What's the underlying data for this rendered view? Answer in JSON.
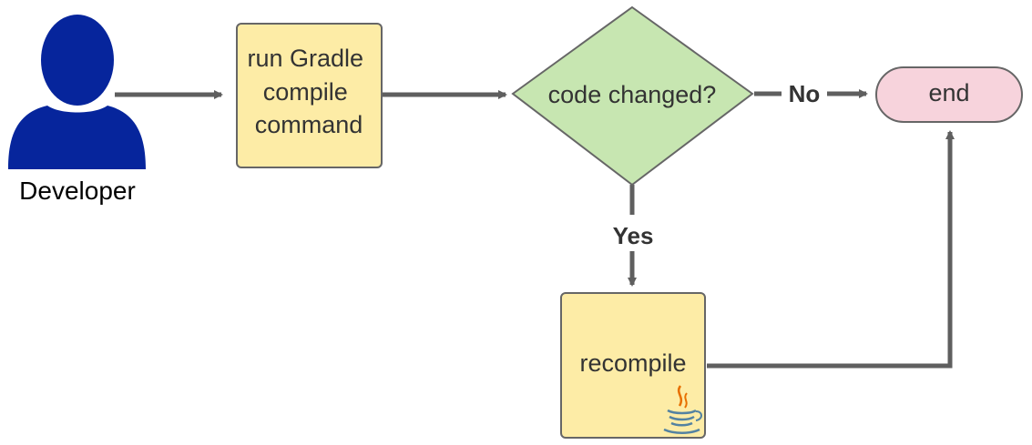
{
  "actor": {
    "label": "Developer"
  },
  "nodes": {
    "run_command": {
      "lines": [
        "run Gradle",
        "compile",
        "command"
      ]
    },
    "decision": {
      "label": "code changed?"
    },
    "end": {
      "label": "end"
    },
    "recompile": {
      "label": "recompile"
    }
  },
  "edges": {
    "no_label": "No",
    "yes_label": "Yes"
  },
  "icons": {
    "actor": "person-icon",
    "recompile": "java-cup-icon"
  },
  "colors": {
    "actor": "#06259c",
    "process_fill": "#fdeca6",
    "decision_fill": "#c7e6b1",
    "end_fill": "#f7d3dc",
    "stroke": "#666666",
    "arrow": "#5f5f5f"
  }
}
